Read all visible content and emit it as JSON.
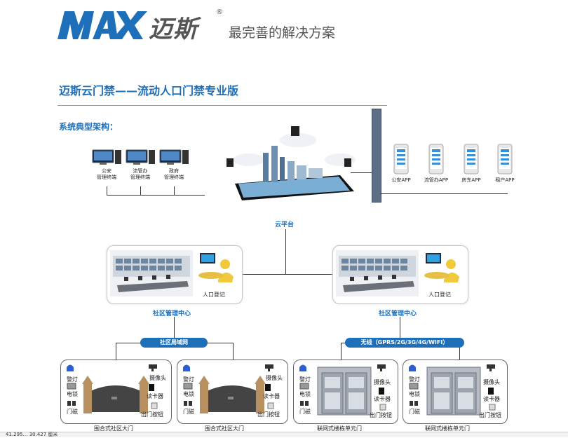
{
  "header": {
    "logo_text": "MAX",
    "brand_cn": "迈斯",
    "registered": "®",
    "slogan": "最完善的解决方案"
  },
  "title": "迈斯云门禁——流动人口门禁专业版",
  "arch_label": "系统典型架构：",
  "terminals": [
    {
      "label": "公安\n管理终端"
    },
    {
      "label": "流管办\n管理终端"
    },
    {
      "label": "政府\n管理终端"
    }
  ],
  "apps": [
    {
      "label": "公安APP"
    },
    {
      "label": "流管办APP"
    },
    {
      "label": "房东APP"
    },
    {
      "label": "租户APP"
    }
  ],
  "cloud_label": "云平台",
  "centers": [
    {
      "person_label": "人口登记",
      "center_label": "社区管理中心",
      "network_label": "社区局域网"
    },
    {
      "person_label": "人口登记",
      "center_label": "社区管理中心",
      "network_label": "无线（GPRS/2G/3G/4G/WIFI）"
    }
  ],
  "gates": [
    {
      "caption": "围合式社区大门",
      "left": [
        "警灯",
        "电锁",
        "门磁"
      ],
      "right": [
        "摄像头",
        "读卡器",
        "出门按钮"
      ]
    },
    {
      "caption": "围合式社区大门",
      "left": [
        "警灯",
        "电锁",
        "门磁"
      ],
      "right": [
        "摄像头",
        "读卡器",
        "出门按钮"
      ]
    },
    {
      "caption": "联网式楼栋单元门",
      "left": [
        "警灯",
        "电锁",
        "门磁"
      ],
      "right": [
        "摄像头",
        "读卡器",
        "出门按钮"
      ]
    },
    {
      "caption": "联网式楼栋单元门",
      "left": [
        "警灯",
        "电锁",
        "门磁"
      ],
      "right": [
        "摄像头",
        "读卡器",
        "出门按钮"
      ]
    }
  ],
  "status_text": "41.295… 30.427 厘米",
  "colors": {
    "brand_blue": "#1e6fba",
    "slogan_gray": "#555555"
  }
}
